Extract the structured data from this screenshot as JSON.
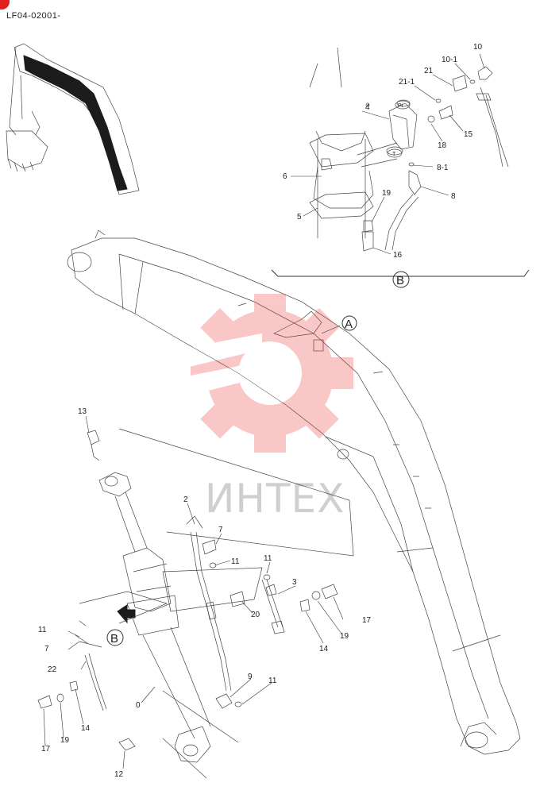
{
  "header": {
    "code": "LF04-02001-"
  },
  "watermark": {
    "text": "ИНТЕХ",
    "color": "#f03a3a"
  },
  "callouts": {
    "view_a": "A",
    "view_b": "B",
    "view_b_detail": "B"
  },
  "parts": {
    "p0": "0",
    "p2": "2",
    "p3": "3",
    "p4": "4",
    "p5": "5",
    "p6": "6",
    "p7a": "7",
    "p7b": "7",
    "p8": "8",
    "p8_1": "8-1",
    "p9": "9",
    "p10": "10",
    "p10_1": "10-1",
    "p11a": "11",
    "p11b": "11",
    "p11c": "11",
    "p11d": "11",
    "p12": "12",
    "p13": "13",
    "p14a": "14",
    "p14b": "14",
    "p15": "15",
    "p16": "16",
    "p17a": "17",
    "p17b": "17",
    "p18": "18",
    "p19a": "19",
    "p19b": "19",
    "p19c": "19",
    "p20": "20",
    "p21": "21",
    "p21_1": "21-1",
    "p22": "22",
    "port_pi": "Pi",
    "port_t": "T"
  }
}
